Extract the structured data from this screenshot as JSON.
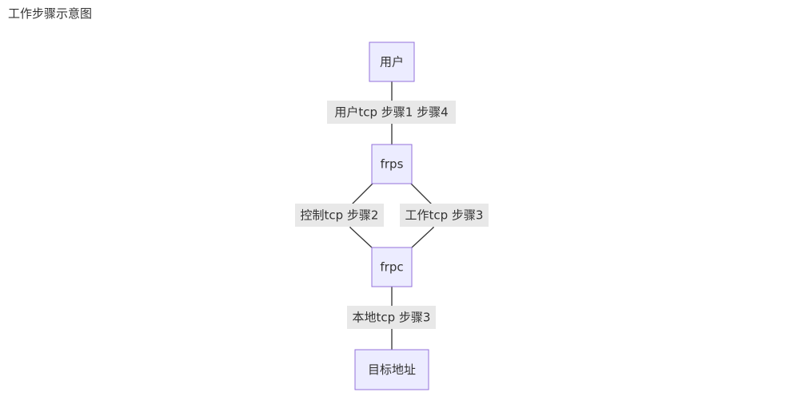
{
  "title": "工作步骤示意图",
  "nodes": {
    "user": "用户",
    "frps": "frps",
    "frpc": "frpc",
    "target": "目标地址"
  },
  "edges": {
    "user_frps": "用户tcp 步骤1 步骤4",
    "control": "控制tcp 步骤2",
    "work": "工作tcp 步骤3",
    "local": "本地tcp 步骤3"
  }
}
